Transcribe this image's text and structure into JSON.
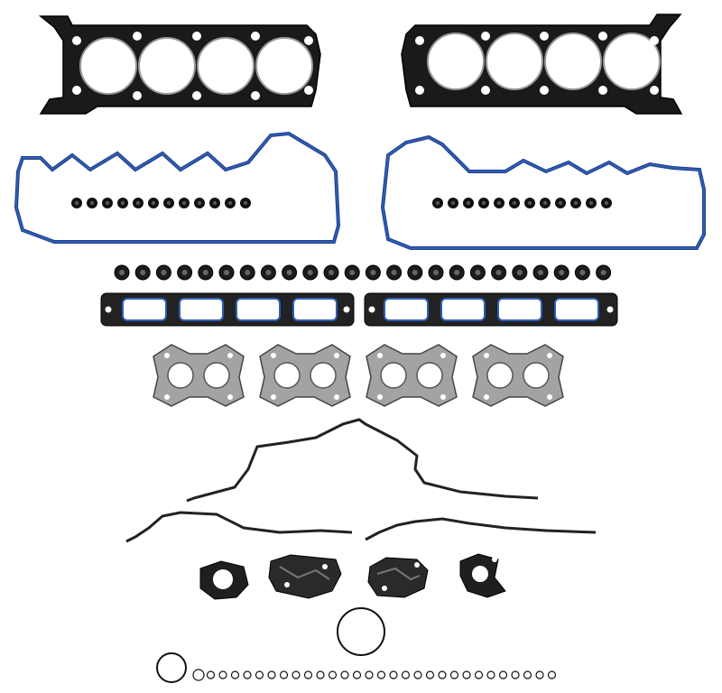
{
  "image": {
    "description_visible_text": "",
    "colors": {
      "background": "#ffffff",
      "gasket_black": "#1a1a1a",
      "metal_grey": "#9a9a9a",
      "metal_dark": "#2a2a2a",
      "blue_seal": "#2f5db8",
      "navy_seal": "#1f3f86"
    },
    "parts": {
      "head_gaskets": 2,
      "valve_cover_gaskets": 2,
      "valve_cover_grommets_per_set": 12,
      "valve_stem_seals": 24,
      "intake_gaskets": 2,
      "exhaust_gaskets": 4,
      "timing_cover_gaskets": 3,
      "small_gaskets": 4,
      "large_o_rings": 2,
      "small_o_rings": 30
    }
  }
}
